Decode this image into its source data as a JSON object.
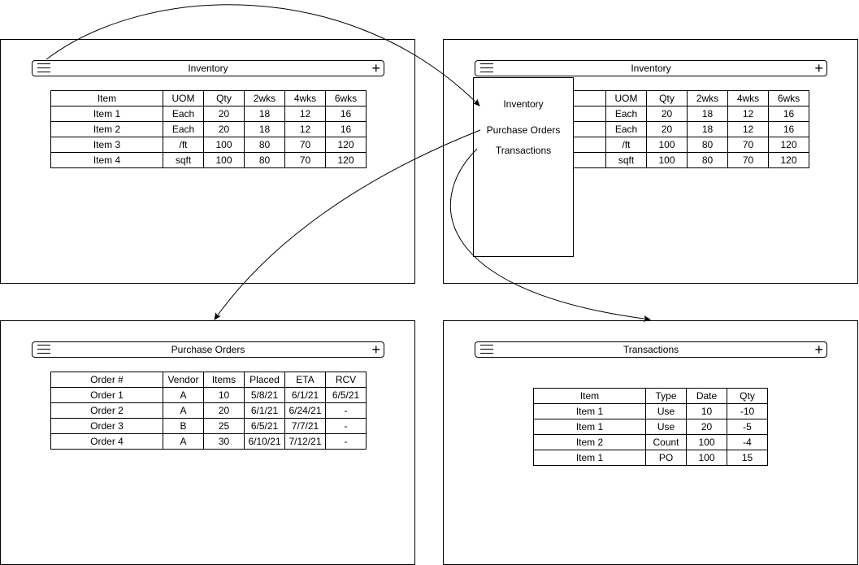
{
  "screens": {
    "inventory": {
      "title": "Inventory",
      "menu_icon": "hamburger-menu-icon",
      "add_icon": "plus-icon",
      "columns": [
        "Item",
        "UOM",
        "Qty",
        "2wks",
        "4wks",
        "6wks"
      ],
      "rows": [
        [
          "Item 1",
          "Each",
          "20",
          "18",
          "12",
          "16"
        ],
        [
          "Item 2",
          "Each",
          "20",
          "18",
          "12",
          "16"
        ],
        [
          "Item 3",
          "/ft",
          "100",
          "80",
          "70",
          "120"
        ],
        [
          "Item 4",
          "sqft",
          "100",
          "80",
          "70",
          "120"
        ]
      ]
    },
    "inventory_menu_open": {
      "title": "Inventory",
      "menu_options": [
        "Inventory",
        "Purchase Orders",
        "Transactions"
      ],
      "columns": [
        "UOM",
        "Qty",
        "2wks",
        "4wks",
        "6wks"
      ],
      "rows": [
        [
          "Each",
          "20",
          "18",
          "12",
          "16"
        ],
        [
          "Each",
          "20",
          "18",
          "12",
          "16"
        ],
        [
          "/ft",
          "100",
          "80",
          "70",
          "120"
        ],
        [
          "sqft",
          "100",
          "80",
          "70",
          "120"
        ]
      ]
    },
    "purchase_orders": {
      "title": "Purchase Orders",
      "columns": [
        "Order #",
        "Vendor",
        "Items",
        "Placed",
        "ETA",
        "RCV"
      ],
      "rows": [
        [
          "Order 1",
          "A",
          "10",
          "5/8/21",
          "6/1/21",
          "6/5/21"
        ],
        [
          "Order 2",
          "A",
          "20",
          "6/1/21",
          "6/24/21",
          "-"
        ],
        [
          "Order 3",
          "B",
          "25",
          "6/5/21",
          "7/7/21",
          "-"
        ],
        [
          "Order 4",
          "A",
          "30",
          "6/10/21",
          "7/12/21",
          "-"
        ]
      ]
    },
    "transactions": {
      "title": "Transactions",
      "columns": [
        "Item",
        "Type",
        "Date",
        "Qty"
      ],
      "rows": [
        [
          "Item 1",
          "Use",
          "10",
          "-10"
        ],
        [
          "Item 1",
          "Use",
          "20",
          "-5"
        ],
        [
          "Item 2",
          "Count",
          "100",
          "-4"
        ],
        [
          "Item 1",
          "PO",
          "100",
          "15"
        ]
      ]
    }
  },
  "connectors": [
    {
      "from": "inventory.menu",
      "to": "inventory_menu_open.dropdown"
    },
    {
      "from": "inventory_menu_open.purchase_orders",
      "to": "purchase_orders"
    },
    {
      "from": "inventory_menu_open.transactions",
      "to": "transactions"
    }
  ],
  "colors": {
    "line": "#000000",
    "background": "#ffffff"
  }
}
